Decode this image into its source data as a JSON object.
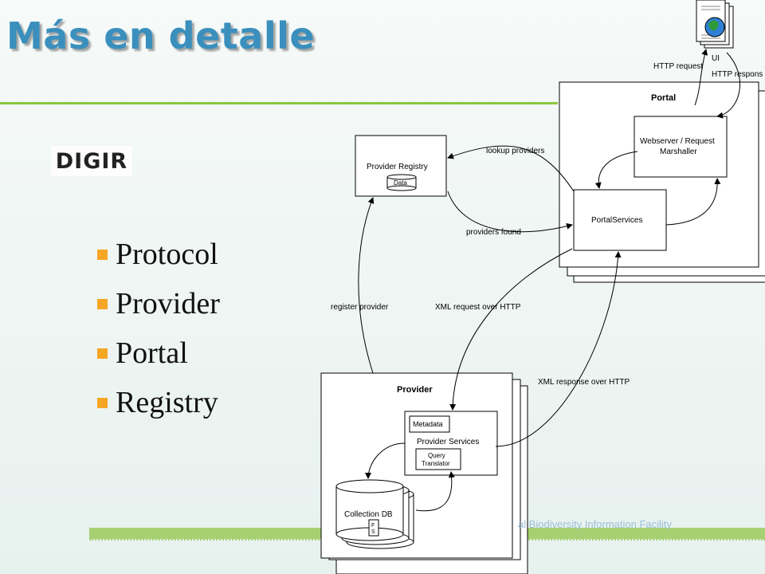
{
  "slide": {
    "title": "Más en detalle",
    "logo_text": "DIGIR",
    "bullets": [
      "Protocol",
      "Provider",
      "Portal",
      "Registry"
    ],
    "footer": "al Biodiversity Information Facility"
  },
  "diagram": {
    "ui_label": "UI",
    "http_request": "HTTP request",
    "http_response": "HTTP respons",
    "portal_title": "Portal",
    "webserver_line1": "Webserver / Request",
    "webserver_line2": "Marshaller",
    "portal_services": "PortalServices",
    "provider_registry": "Provider Registry",
    "data_label": "Data",
    "lookup_providers": "lookup providers",
    "providers_found": "providers found",
    "register_provider": "register provider",
    "xml_request": "XML request  over HTTP",
    "xml_response": "XML response over HTTP",
    "provider_title": "Provider",
    "metadata": "Metadata",
    "provider_services": "Provider Services",
    "query_line1": "Query",
    "query_line2": "Translator",
    "collection_db": "Collection DB",
    "fs_line1": "F",
    "fs_line2": "S"
  },
  "colors": {
    "title": "#3a8fbd",
    "rule": "#8bc63f",
    "bullet": "#f5a623",
    "footer_bar": "#a6d071"
  }
}
